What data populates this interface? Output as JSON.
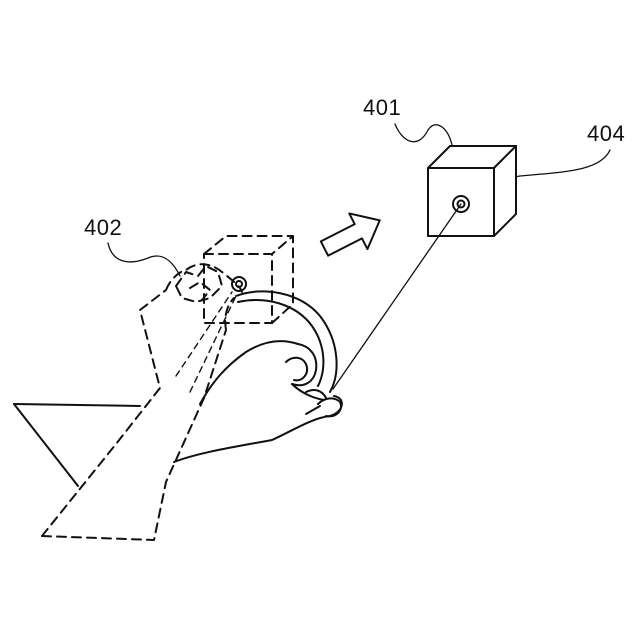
{
  "figure": {
    "labels": {
      "object": "401",
      "virtual_object": "402",
      "target_point": "404"
    }
  }
}
